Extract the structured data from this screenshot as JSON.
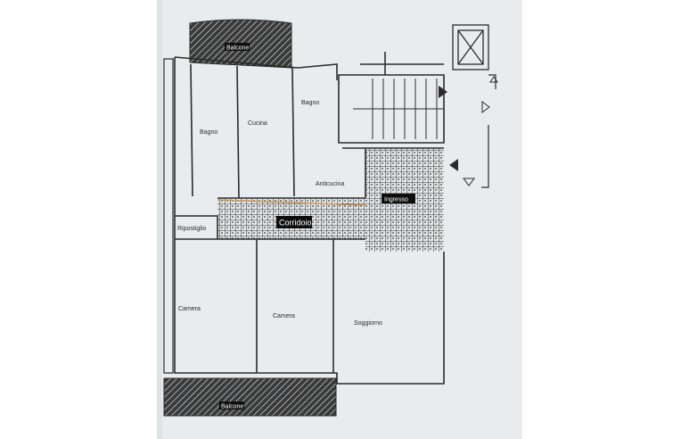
{
  "labels": {
    "balcone_top": "Balcone",
    "balcone_bottom": "Balcone",
    "corridoio": "Corridoio",
    "ingresso": "Ingresso",
    "bagno": "Bagno",
    "cucina": "Cucina",
    "bagno_small": "Bagno",
    "anticucina": "Anticucina",
    "ripostiglio": "Ripostiglio",
    "camera_left": "Camera",
    "camera_mid": "Camera",
    "soggiorno": "Soggiorno"
  },
  "colors": {
    "paper": "#e9ecee",
    "line": "#2b2b2b",
    "tag": "#0d0d0d"
  }
}
